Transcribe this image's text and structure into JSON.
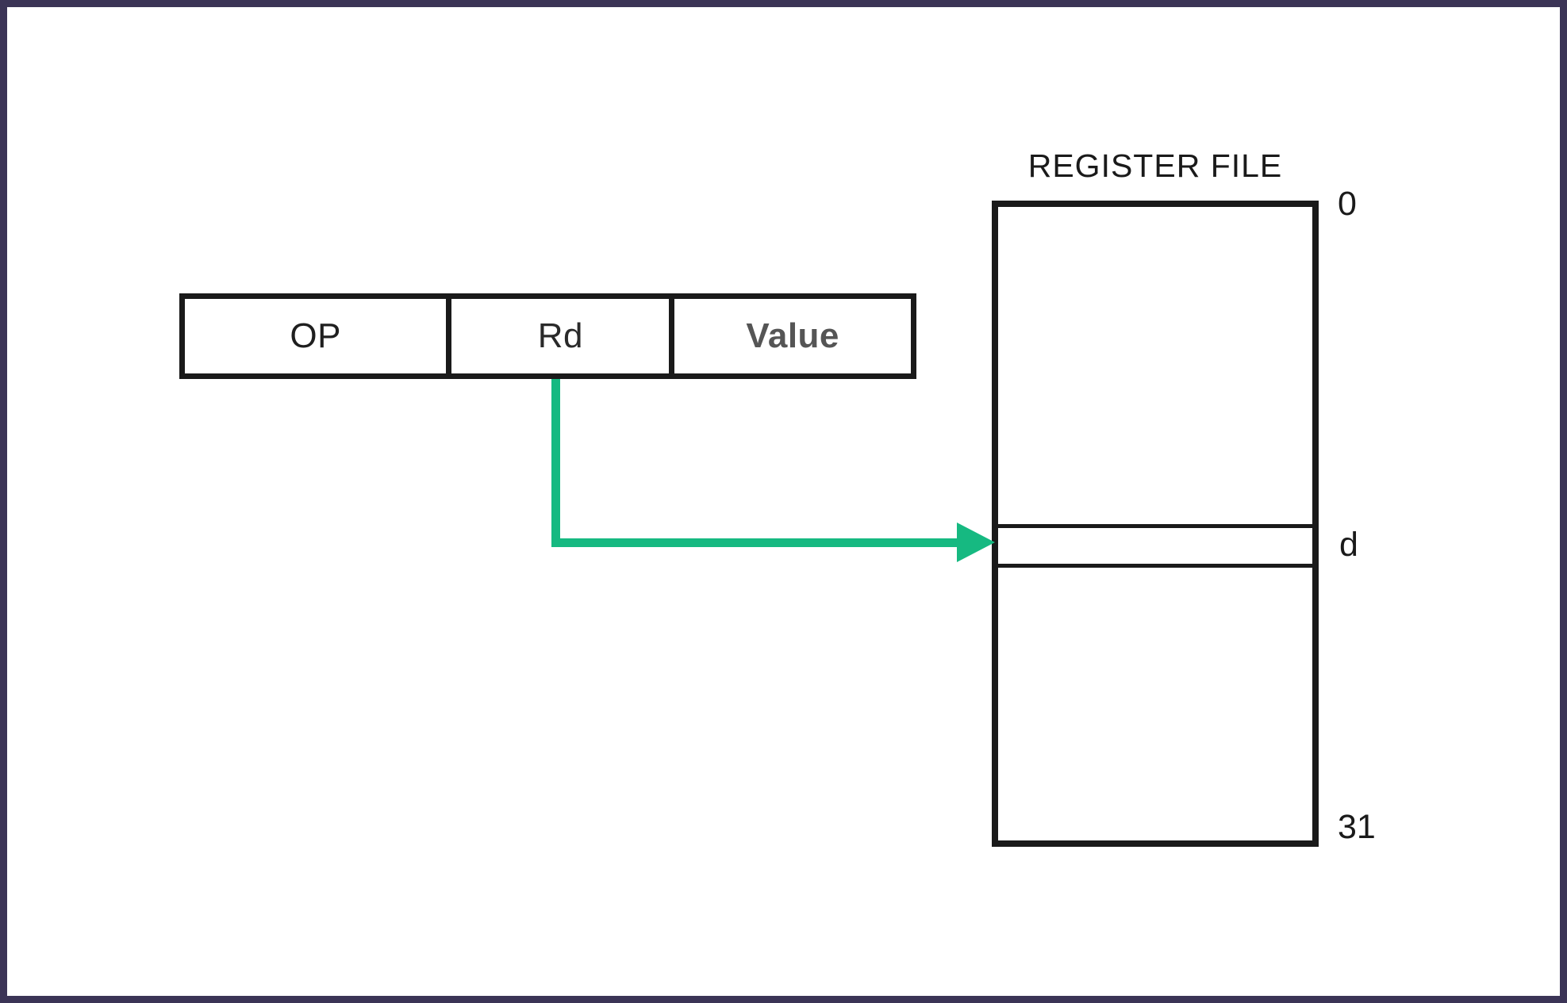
{
  "frame": {
    "border_color": "#3b3456",
    "background": "#ffffff"
  },
  "instruction": {
    "name": "instruction-word",
    "fields": [
      {
        "key": "op",
        "label": "OP"
      },
      {
        "key": "rd",
        "label": "Rd"
      },
      {
        "key": "value",
        "label": "Value"
      }
    ]
  },
  "register_file": {
    "title": "REGISTER FILE",
    "index_labels": {
      "first": "0",
      "destination": "d",
      "last": "31"
    }
  },
  "arrow": {
    "name": "rd-to-register-arrow",
    "color": "#16b981",
    "from_field": "Rd",
    "to_row": "d"
  }
}
